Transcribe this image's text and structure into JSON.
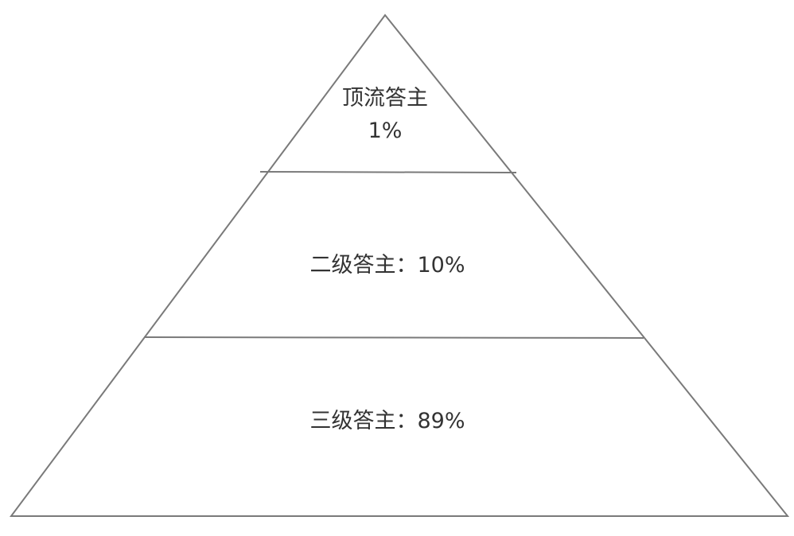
{
  "diagram": {
    "type": "pyramid",
    "stroke_color": "#7a7a7a",
    "text_color": "#333333",
    "levels": [
      {
        "name": "顶流答主",
        "value": "1%"
      },
      {
        "name": "二级答主：10%"
      },
      {
        "name": "三级答主：89%"
      }
    ]
  }
}
